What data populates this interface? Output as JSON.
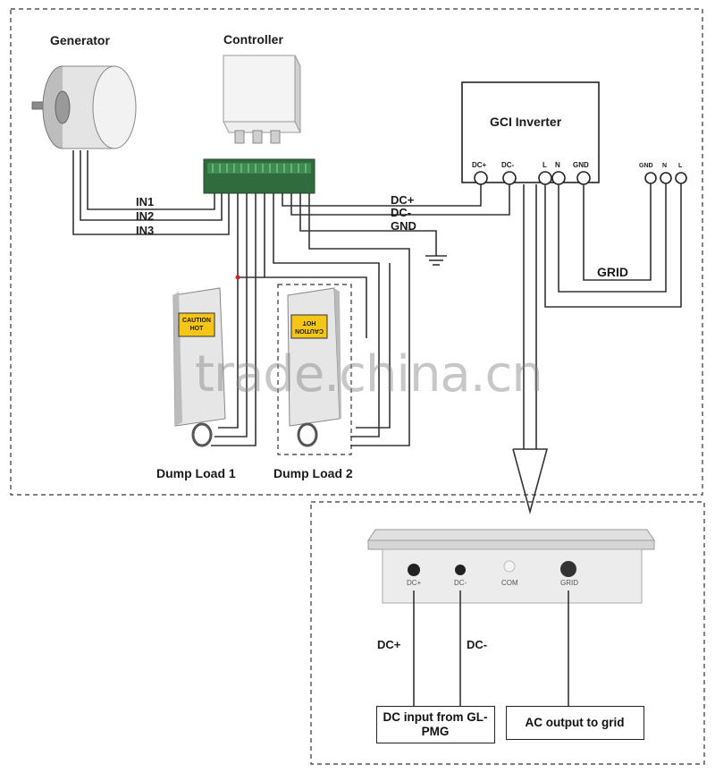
{
  "labels": {
    "generator": "Generator",
    "controller": "Controller",
    "gci_inverter": "GCI Inverter",
    "in1": "IN1",
    "in2": "IN2",
    "in3": "IN3",
    "dc_plus": "DC+",
    "dc_minus": "DC-",
    "gnd": "GND",
    "grid": "GRID",
    "dump_load_1": "Dump Load 1",
    "dump_load_2": "Dump Load 2",
    "inverter_terminals": {
      "dc_plus": "DC+",
      "dc_minus": "DC-",
      "l": "L",
      "n": "N",
      "gnd": "GND"
    },
    "grid_terminals": {
      "gnd": "GND",
      "n": "N",
      "l": "L"
    },
    "inverter_ports": {
      "dc_plus": "DC+",
      "dc_minus": "DC-",
      "com": "COM",
      "grid": "GRID"
    },
    "caution_1": "CAUTION HOT",
    "caution_2": "CAUTION HOT",
    "bottom_dc_plus": "DC+",
    "bottom_dc_minus": "DC-",
    "dc_input_box": "DC input from GL-PMG",
    "ac_output_box": "AC output to grid",
    "watermark": "trade.china.cn"
  }
}
